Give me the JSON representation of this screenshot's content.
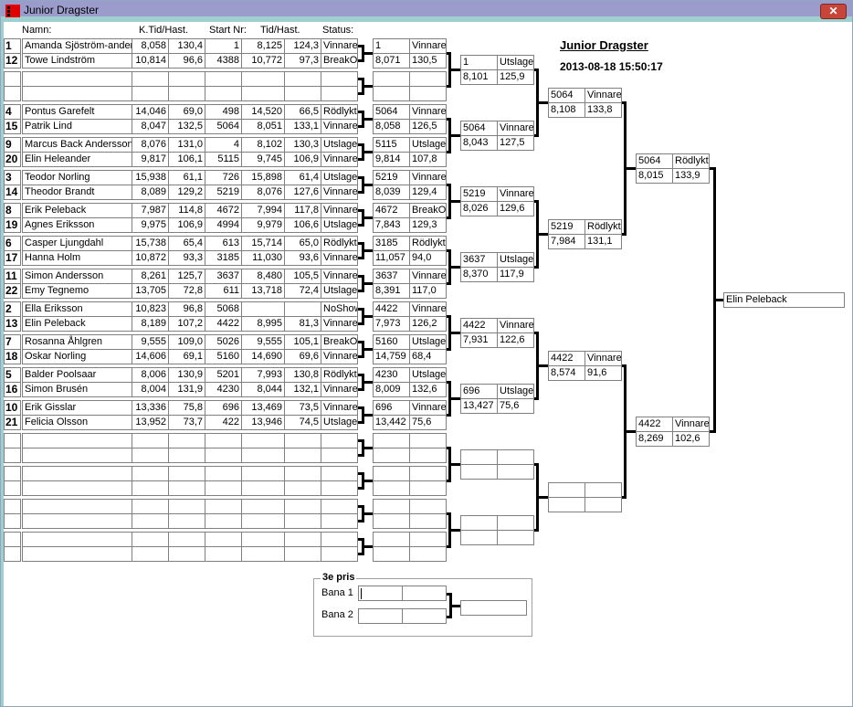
{
  "window": {
    "title": "Junior Dragster",
    "close_label": "✕"
  },
  "headers": {
    "name": "Namn:",
    "ktid": "K.Tid/Hast.",
    "startnr": "Start Nr:",
    "tid": "Tid/Hast.",
    "status": "Status:"
  },
  "event": {
    "title": "Junior Dragster",
    "datetime": "2013-08-18 15:50:17"
  },
  "round1": [
    [
      [
        "1",
        "Amanda Sjöström-ander",
        "8,058",
        "130,4",
        "1",
        "8,125",
        "124,3",
        "Vinnare"
      ],
      [
        "12",
        "Towe Lindström",
        "10,814",
        "96,6",
        "4388",
        "10,772",
        "97,3",
        "BreakOut"
      ]
    ],
    null,
    [
      [
        "4",
        "Pontus Garefelt",
        "14,046",
        "69,0",
        "498",
        "14,520",
        "66,5",
        "Rödlykta"
      ],
      [
        "15",
        "Patrik Lind",
        "8,047",
        "132,5",
        "5064",
        "8,051",
        "133,1",
        "Vinnare"
      ]
    ],
    [
      [
        "9",
        "Marcus Back Andersson",
        "8,076",
        "131,0",
        "4",
        "8,102",
        "130,3",
        "Utslagen"
      ],
      [
        "20",
        "Elin Heleander",
        "9,817",
        "106,1",
        "5115",
        "9,745",
        "106,9",
        "Vinnare"
      ]
    ],
    [
      [
        "3",
        "Teodor Norling",
        "15,938",
        "61,1",
        "726",
        "15,898",
        "61,4",
        "Utslagen"
      ],
      [
        "14",
        "Theodor Brandt",
        "8,089",
        "129,2",
        "5219",
        "8,076",
        "127,6",
        "Vinnare"
      ]
    ],
    [
      [
        "8",
        "Erik Peleback",
        "7,987",
        "114,8",
        "4672",
        "7,994",
        "117,8",
        "Vinnare"
      ],
      [
        "19",
        "Agnes Eriksson",
        "9,975",
        "106,9",
        "4994",
        "9,979",
        "106,6",
        "Utslagen"
      ]
    ],
    [
      [
        "6",
        "Casper Ljungdahl",
        "15,738",
        "65,4",
        "613",
        "15,714",
        "65,0",
        "Rödlykta"
      ],
      [
        "17",
        "Hanna Holm",
        "10,872",
        "93,3",
        "3185",
        "11,030",
        "93,6",
        "Vinnare"
      ]
    ],
    [
      [
        "11",
        "Simon Andersson",
        "8,261",
        "125,7",
        "3637",
        "8,480",
        "105,5",
        "Vinnare"
      ],
      [
        "22",
        "Emy Tegnemo",
        "13,705",
        "72,8",
        "611",
        "13,718",
        "72,4",
        "Utslagen"
      ]
    ],
    [
      [
        "2",
        "Ella Eriksson",
        "10,823",
        "96,8",
        "5068",
        "",
        "",
        "NoShow"
      ],
      [
        "13",
        "Elin Peleback",
        "8,189",
        "107,2",
        "4422",
        "8,995",
        "81,3",
        "Vinnare"
      ]
    ],
    [
      [
        "7",
        "Rosanna Åhlgren",
        "9,555",
        "109,0",
        "5026",
        "9,555",
        "105,1",
        "BreakOut"
      ],
      [
        "18",
        "Oskar Norling",
        "14,606",
        "69,1",
        "5160",
        "14,690",
        "69,6",
        "Vinnare"
      ]
    ],
    [
      [
        "5",
        "Balder Poolsaar",
        "8,006",
        "130,9",
        "5201",
        "7,993",
        "130,8",
        "Rödlykta"
      ],
      [
        "16",
        "Simon Brusén",
        "8,004",
        "131,9",
        "4230",
        "8,044",
        "132,1",
        "Vinnare"
      ]
    ],
    [
      [
        "10",
        "Erik Gisslar",
        "13,336",
        "75,8",
        "696",
        "13,469",
        "73,5",
        "Vinnare"
      ],
      [
        "21",
        "Felicia Olsson",
        "13,952",
        "73,7",
        "422",
        "13,946",
        "74,5",
        "Utslagen"
      ]
    ],
    null,
    null,
    null,
    null
  ],
  "round2": [
    [
      "1",
      "Vinnare",
      "8,071",
      "130,5"
    ],
    null,
    [
      "5064",
      "Vinnare",
      "8,058",
      "126,5"
    ],
    [
      "5115",
      "Utslagen",
      "9,814",
      "107,8"
    ],
    [
      "5219",
      "Vinnare",
      "8,039",
      "129,4"
    ],
    [
      "4672",
      "BreakOut",
      "7,843",
      "129,3"
    ],
    [
      "3185",
      "Rödlykta",
      "11,057",
      "94,0"
    ],
    [
      "3637",
      "Vinnare",
      "8,391",
      "117,0"
    ],
    [
      "4422",
      "Vinnare",
      "7,973",
      "126,2"
    ],
    [
      "5160",
      "Utslagen",
      "14,759",
      "68,4"
    ],
    [
      "4230",
      "Utslagen",
      "8,009",
      "132,6"
    ],
    [
      "696",
      "Vinnare",
      "13,442",
      "75,6"
    ],
    null,
    null,
    null,
    null
  ],
  "round3": [
    [
      "1",
      "Utslagen",
      "8,101",
      "125,9"
    ],
    [
      "5064",
      "Vinnare",
      "8,043",
      "127,5"
    ],
    [
      "5219",
      "Vinnare",
      "8,026",
      "129,6"
    ],
    [
      "3637",
      "Utslagen",
      "8,370",
      "117,9"
    ],
    [
      "4422",
      "Vinnare",
      "7,931",
      "122,6"
    ],
    [
      "696",
      "Utslagen",
      "13,427",
      "75,6"
    ],
    null,
    null
  ],
  "round4": [
    [
      "5064",
      "Vinnare",
      "8,108",
      "133,8"
    ],
    [
      "5219",
      "Rödlykta",
      "7,984",
      "131,1"
    ],
    [
      "4422",
      "Vinnare",
      "8,574",
      "91,6"
    ],
    null
  ],
  "round5": [
    [
      "5064",
      "Rödlykta",
      "8,015",
      "133,9"
    ],
    [
      "4422",
      "Vinnare",
      "8,269",
      "102,6"
    ]
  ],
  "final": {
    "winner": "Elin Peleback"
  },
  "third_place": {
    "label": "3e pris",
    "lane1": "Bana 1",
    "lane2": "Bana 2"
  }
}
